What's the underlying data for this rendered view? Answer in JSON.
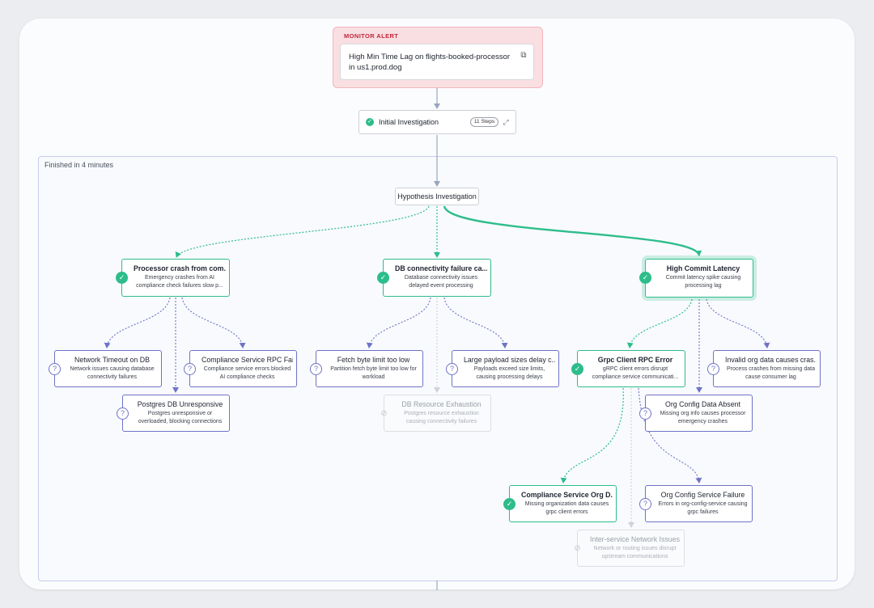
{
  "monitor_alert": {
    "label": "MONITOR ALERT",
    "text": "High Min Time Lag on flights-booked-processor in us1.prod.dog",
    "icon": "link-icon"
  },
  "initial_investigation": {
    "label": "Initial Investigation",
    "steps": "11 Steps",
    "status": "check-icon"
  },
  "finished_label": "Finished in 4 minutes",
  "hypothesis_label": "Hypothesis Investigation",
  "colors": {
    "confirmed": "#2dbd8a",
    "unknown": "#6f73c7",
    "ruled_out": "#c3c7ce",
    "alert_bg": "#f9dfe2",
    "alert_text": "#c2263a"
  },
  "nodes": [
    {
      "id": "processor-crash",
      "status": "confirmed",
      "title": "Processor crash from com...",
      "desc": "Emergency crashes from AI compliance check failures slow p..."
    },
    {
      "id": "db-connectivity",
      "status": "confirmed",
      "title": "DB connectivity failure ca...",
      "desc": "Database connectivity issues delayed event processing"
    },
    {
      "id": "high-commit-latency",
      "status": "confirmed",
      "selected": true,
      "title": "High Commit Latency",
      "desc": "Commit latency spike causing processing lag"
    },
    {
      "id": "network-timeout",
      "status": "unknown",
      "title": "Network Timeout on DB",
      "desc": "Network issues causing database connectivity failures"
    },
    {
      "id": "compliance-rpc",
      "status": "unknown",
      "title": "Compliance Service RPC Fai...",
      "desc": "Compliance service errors blocked AI compliance checks"
    },
    {
      "id": "postgres-unresponsive",
      "status": "unknown",
      "title": "Postgres DB Unresponsive",
      "desc": "Postgres unresponsive or overloaded, blocking connections"
    },
    {
      "id": "fetch-byte-limit",
      "status": "unknown",
      "title": "Fetch byte limit too low",
      "desc": "Partition fetch byte limit too low for workload"
    },
    {
      "id": "large-payload",
      "status": "unknown",
      "title": "Large payload sizes delay c...",
      "desc": "Payloads exceed size limits, causing processing delays"
    },
    {
      "id": "db-resource-exhaustion",
      "status": "ruled-out",
      "title": "DB Resource Exhaustion",
      "desc": "Postgres resource exhaustion causing connectivity failures"
    },
    {
      "id": "grpc-client-error",
      "status": "confirmed",
      "title": "Grpc Client RPC Error",
      "desc": "gRPC client errors disrupt compliance service communicati..."
    },
    {
      "id": "invalid-org-data",
      "status": "unknown",
      "title": "Invalid org data causes cras...",
      "desc": "Process crashes from missing data cause consumer lag"
    },
    {
      "id": "org-config-absent",
      "status": "unknown",
      "title": "Org Config Data Absent",
      "desc": "Missing org info causes processor emergency crashes"
    },
    {
      "id": "compliance-org-data",
      "status": "confirmed",
      "title": "Compliance Service Org D...",
      "desc": "Missing organization data causes grpc client errors"
    },
    {
      "id": "org-config-service-failure",
      "status": "unknown",
      "title": "Org Config Service Failure",
      "desc": "Errors in org-config-service causing grpc failures"
    },
    {
      "id": "inter-service-network",
      "status": "ruled-out",
      "title": "Inter-service Network Issues",
      "desc": "Network or routing issues disrupt upstream communications"
    }
  ]
}
